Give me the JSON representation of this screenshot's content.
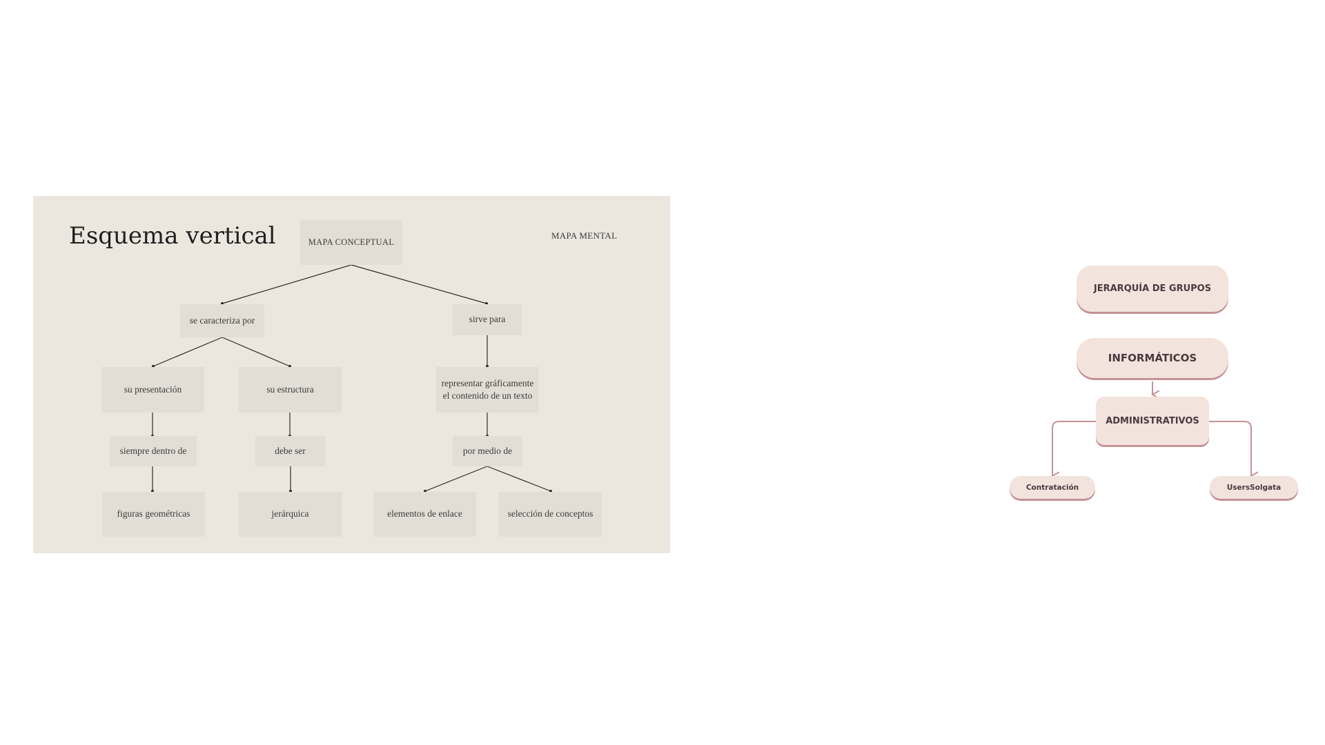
{
  "left_diagram": {
    "title": "Esquema vertical",
    "corner_label": "MAPA MENTAL",
    "nodes": {
      "root": "MAPA CONCEPTUAL",
      "characterized_by": "se caracteriza por",
      "serves_for": "sirve para",
      "presentation": "su presentación",
      "structure": "su estructura",
      "represent": "representar gráficamente el contenido de un texto",
      "always_within": "siempre dentro de",
      "must_be": "debe ser",
      "by_means_of": "por medio de",
      "geometric_figures": "figuras geométricas",
      "hierarchical": "jerárquica",
      "link_elements": "elementos de enlace",
      "concept_selection": "selección de conceptos"
    }
  },
  "right_diagram": {
    "header": "JERARQUÍA DE GRUPOS",
    "top": "INFORMÁTICOS",
    "middle": "ADMINISTRATIVOS",
    "left_leaf": "Contratación",
    "right_leaf": "UsersSolgata"
  },
  "colors": {
    "left_panel_bg": "#ebe7df",
    "left_node_bg": "#e2ded6",
    "pill_bg": "#f3e3dd",
    "pill_shadow": "#c49295",
    "connector_right": "#c49295"
  }
}
